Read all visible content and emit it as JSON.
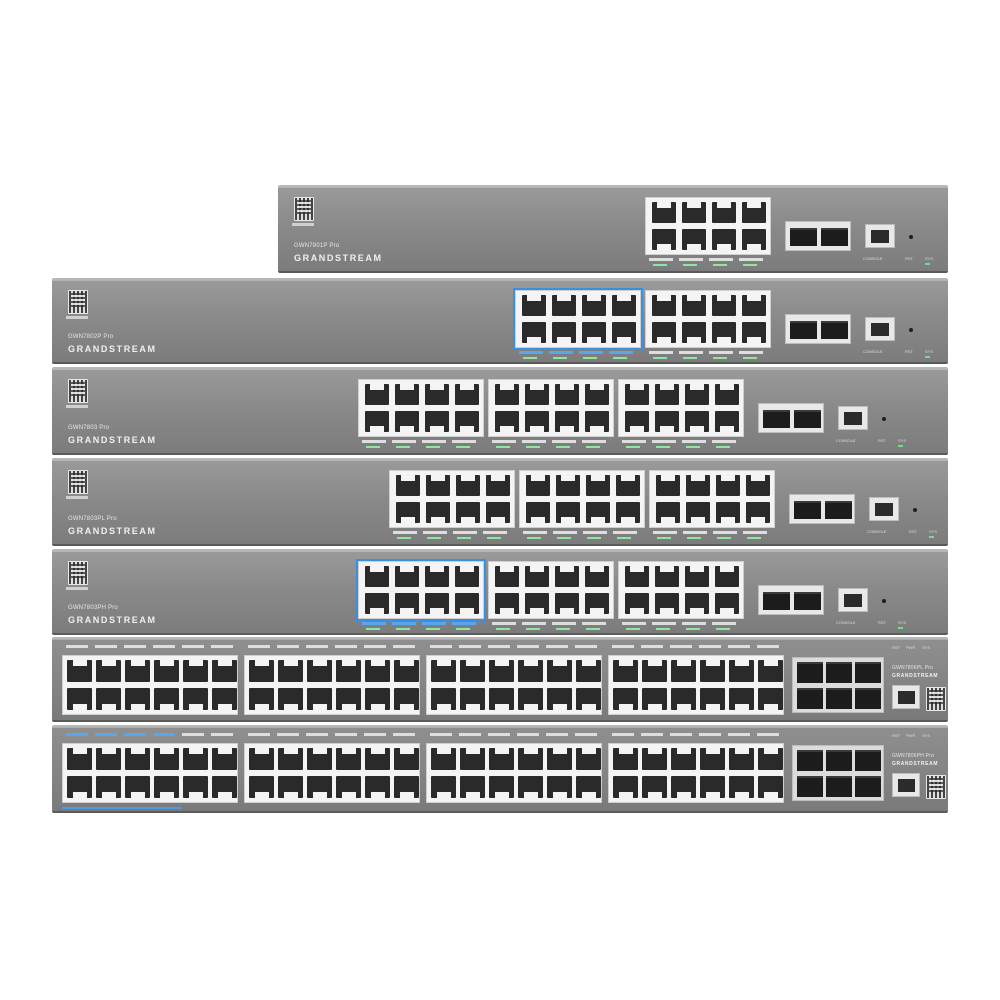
{
  "brand": "GRANDSTREAM",
  "colors": {
    "chassis": "#8a8a8a",
    "port_block": "#f4f4f4",
    "port": "#2a2a2a",
    "highlight": "#3a8fe0",
    "led": "#6fe08a"
  },
  "labels": {
    "console": "CONSOLE",
    "rst": "RST",
    "sys": "SYS",
    "pwr": "PWR"
  },
  "switches": [
    {
      "model": "GWN7801P Pro",
      "ports": 8,
      "sfp": 2,
      "layout": "compact"
    },
    {
      "model": "GWN7802P Pro",
      "ports": 16,
      "sfp": 2,
      "layout": "compact"
    },
    {
      "model": "GWN7803 Pro",
      "ports": 24,
      "sfp": 2,
      "layout": "compact"
    },
    {
      "model": "GWN7803PL Pro",
      "ports": 24,
      "sfp": 2,
      "layout": "compact"
    },
    {
      "model": "GWN7803PH Pro",
      "ports": 24,
      "sfp": 2,
      "layout": "compact"
    },
    {
      "model": "GWN7806PL Pro",
      "ports": 48,
      "sfp": 6,
      "layout": "wide"
    },
    {
      "model": "GWN7806PH Pro",
      "ports": 48,
      "sfp": 6,
      "layout": "wide"
    }
  ]
}
